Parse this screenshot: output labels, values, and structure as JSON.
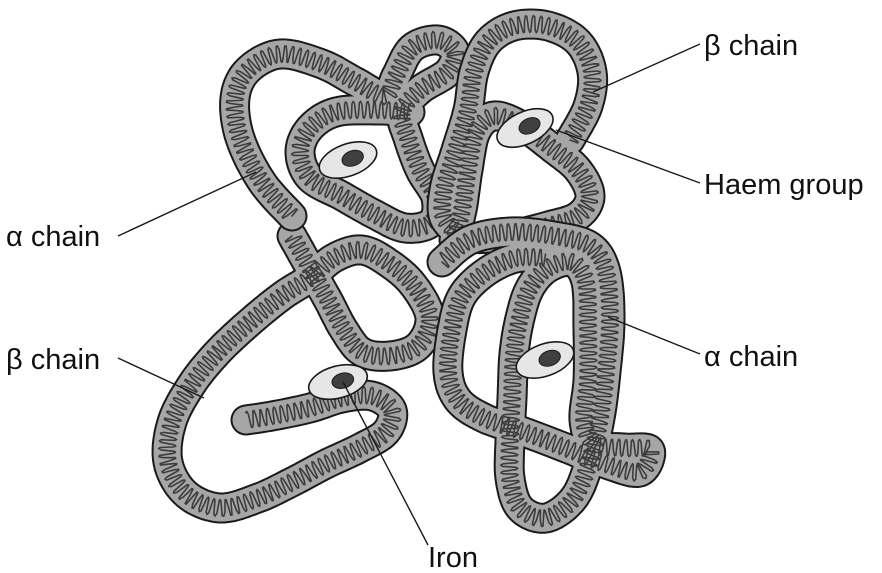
{
  "colors": {
    "ribbon_fill": "#a6a6a6",
    "ribbon_edge": "#1a1a1a",
    "ribbon_fold": "#3c3c3c",
    "haem_disc": "#e6e6e6",
    "iron": "#404040",
    "background": "#ffffff"
  },
  "structure": {
    "chains": [
      {
        "id": "alpha-1",
        "label_ref": "alpha_left"
      },
      {
        "id": "beta-1",
        "label_ref": "beta_top"
      },
      {
        "id": "beta-2",
        "label_ref": "beta_left"
      },
      {
        "id": "alpha-2",
        "label_ref": "alpha_right"
      }
    ],
    "haem_groups": 4
  },
  "labels": {
    "beta_top": "β chain",
    "haem_group": "Haem group",
    "alpha_left": "α chain",
    "beta_left": "β chain",
    "alpha_right": "α chain",
    "iron": "Iron"
  }
}
